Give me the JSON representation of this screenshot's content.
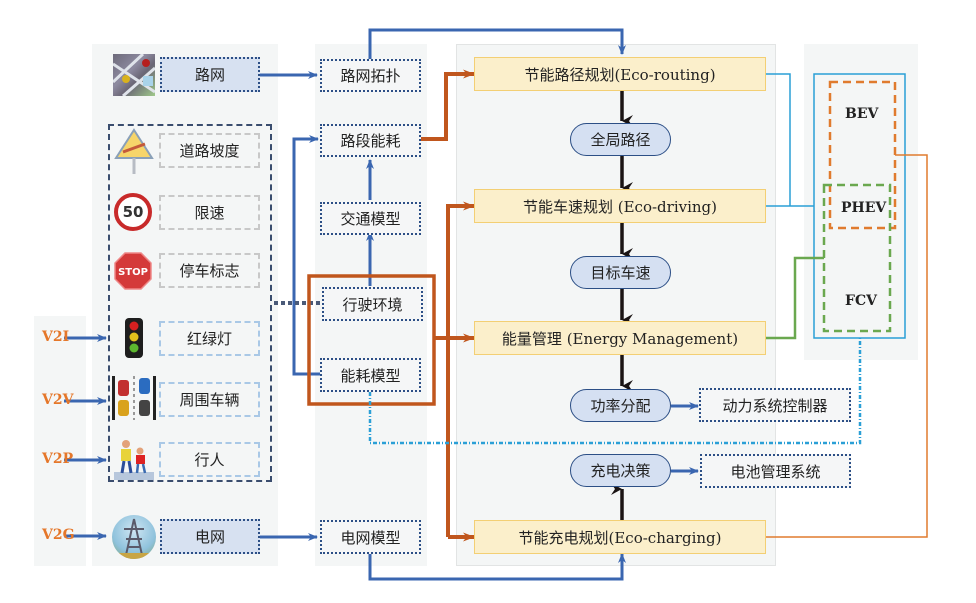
{
  "left_sources": {
    "road_network": "路网",
    "road_grade": "道路坡度",
    "speed_limit": "限速",
    "speed_sign_value": "50",
    "stop_sign_label": "停车标志",
    "stop_sign_text": "STOP",
    "traffic_light": "红绿灯",
    "surrounding_vehicles": "周围车辆",
    "pedestrians": "行人",
    "power_grid": "电网"
  },
  "v2x": {
    "v2i": "V2I",
    "v2v": "V2V",
    "v2p": "V2P",
    "v2g": "V2G"
  },
  "models": {
    "road_topology": "路网拓扑",
    "segment_energy": "路段能耗",
    "traffic_model": "交通模型",
    "driving_env": "行驶环境",
    "energy_model": "能耗模型",
    "grid_model": "电网模型"
  },
  "core": {
    "eco_routing": "节能路径规划(Eco-routing)",
    "global_route": "全局路径",
    "eco_driving": "节能车速规划 (Eco-driving)",
    "target_speed": "目标车速",
    "energy_mgmt": "能量管理 (Energy Management)",
    "power_split": "功率分配",
    "powertrain_controller": "动力系统控制器",
    "charge_decision": "充电决策",
    "bms": "电池管理系统",
    "eco_charging": "节能充电规划(Eco-charging)"
  },
  "vehicles": {
    "bev": "BEV",
    "phev": "PHEV",
    "fcv": "FCV"
  },
  "colors": {
    "blue_arrow": "#3a66b0",
    "orange_arrow": "#c0561d",
    "black_arrow": "#1a1414",
    "cyan_line": "#2a9fd6",
    "green_line": "#6aa84f",
    "orange_line": "#e07b2e",
    "navy_dashed": "#2c4f86"
  }
}
